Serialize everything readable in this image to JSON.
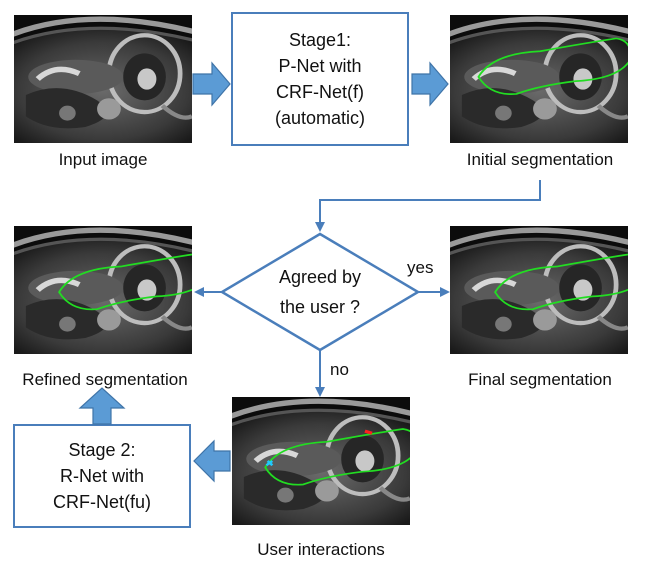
{
  "images": {
    "input": {
      "caption": "Input image"
    },
    "initial": {
      "caption": "Initial segmentation"
    },
    "refined": {
      "caption": "Refined segmentation"
    },
    "final": {
      "caption": "Final segmentation"
    },
    "interactions": {
      "caption": "User interactions"
    }
  },
  "stage1": {
    "lines": [
      "Stage1:",
      "P-Net with",
      "CRF-Net(f)",
      "(automatic)"
    ]
  },
  "stage2": {
    "lines": [
      "Stage 2:",
      "R-Net with",
      "CRF-Net(fu)"
    ]
  },
  "decision": {
    "lines": [
      "Agreed by",
      "the user ?"
    ]
  },
  "edges": {
    "yes": "yes",
    "no": "no"
  },
  "colors": {
    "box_border": "#4a7ebb",
    "block_arrow_fill": "#5b9bd5",
    "contour": "#22dd22",
    "interaction_fg": "#ff2020",
    "interaction_bg": "#20c8ff"
  }
}
